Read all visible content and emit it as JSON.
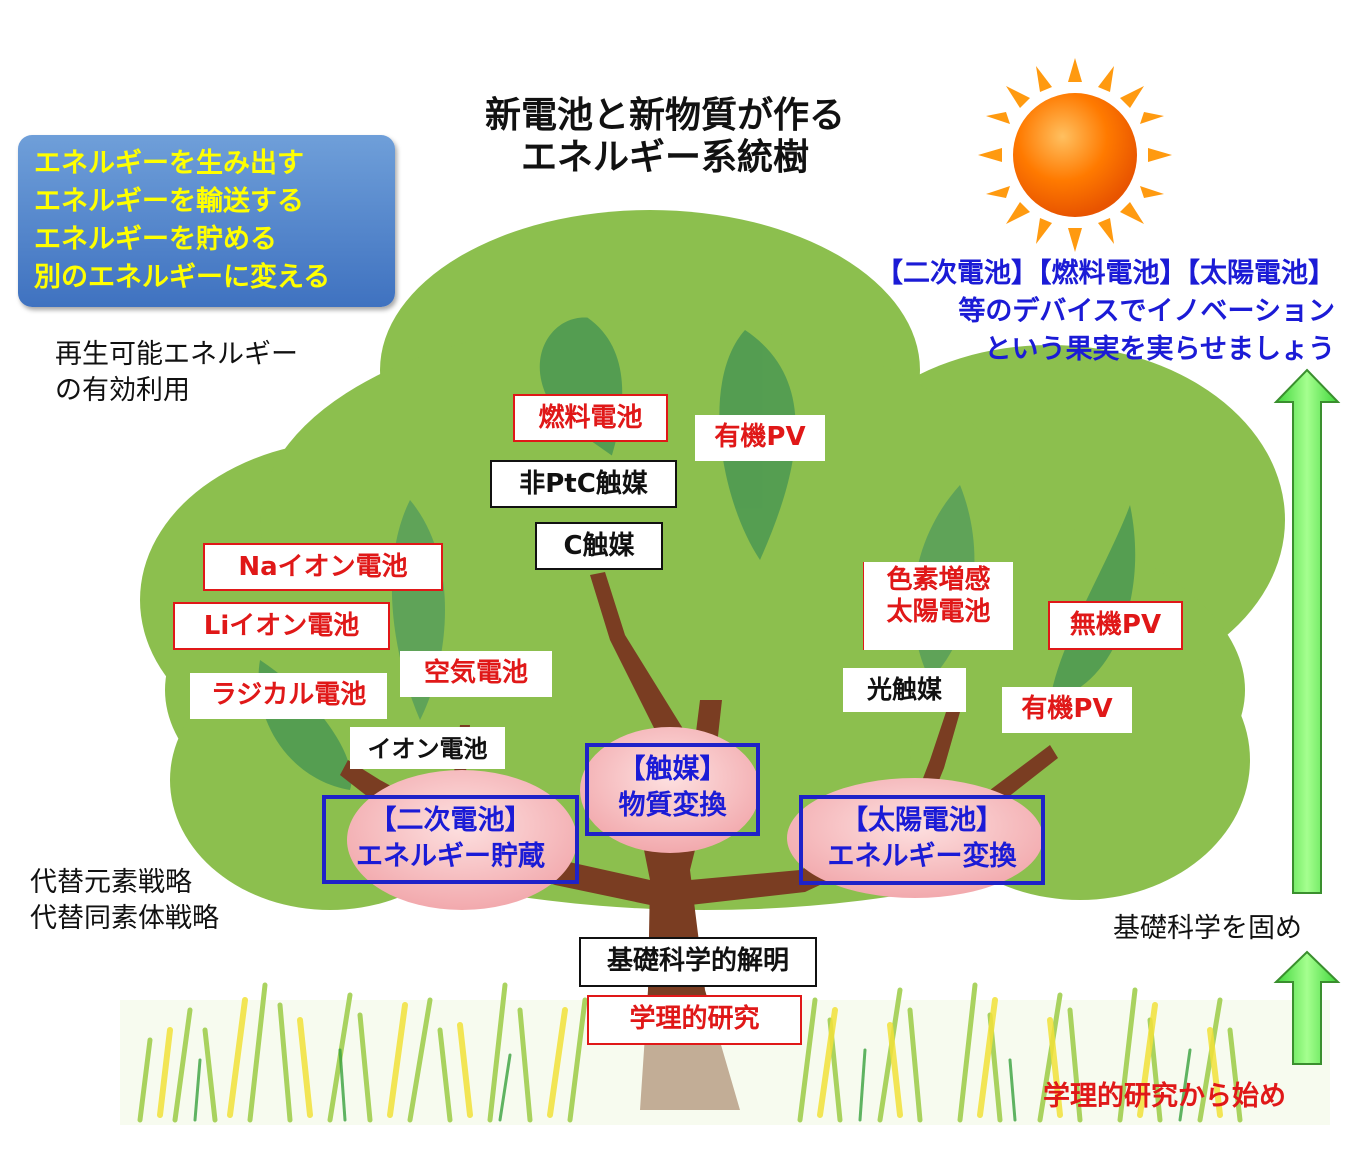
{
  "title": {
    "line1": "新電池と新物質が作る",
    "line2": "エネルギー系統樹"
  },
  "info_box": {
    "lines": [
      "エネルギーを生み出す",
      "エネルギーを輸送する",
      "エネルギーを貯める",
      "別のエネルギーに変える"
    ]
  },
  "left_notes": {
    "renewable_line1": "再生可能エネルギー",
    "renewable_line2": "の有効利用",
    "strategy_line1": "代替元素戦略",
    "strategy_line2": "代替同素体戦略"
  },
  "innovation_text": {
    "line1": "【二次電池】【燃料電池】【太陽電池】",
    "line2": "等のデバイスでイノベーション",
    "line3": "という果実を実らせましょう"
  },
  "labels": {
    "fuel_cell": "燃料電池",
    "organic_pv_top": "有機PV",
    "non_ptc_catalyst": "非PtC触媒",
    "c_catalyst": "C触媒",
    "na_ion_battery": "Naイオン電池",
    "li_ion_battery": "Liイオン電池",
    "air_battery": "空気電池",
    "radical_battery": "ラジカル電池",
    "ion_battery": "イオン電池",
    "dye_sensitized_line1": "色素増感",
    "dye_sensitized_line2": "太陽電池",
    "inorganic_pv": "無機PV",
    "photocatalyst": "光触媒",
    "organic_pv_right": "有機PV",
    "basic_science_elucidation": "基礎科学的解明",
    "theoretical_research": "学理的研究"
  },
  "hubs": {
    "secondary_battery_line1": "【二次電池】",
    "secondary_battery_line2": "エネルギー貯蔵",
    "catalyst_line1": "【触媒】",
    "catalyst_line2": "物質変換",
    "solar_cell_line1": "【太陽電池】",
    "solar_cell_line2": "エネルギー変換"
  },
  "bottom_right": {
    "solidify": "基礎科学を固め",
    "start_from": "学理的研究から始め"
  },
  "colors": {
    "foliage": "#8cbf4e",
    "leaf": "#4f9a52",
    "trunk": "#7a3d22",
    "hub_fill": "#f5b6b8",
    "hub_border": "#1f22c8",
    "label_red": "#e01818",
    "arrow_green": "#66ee55",
    "sun": "#ff7a00"
  }
}
